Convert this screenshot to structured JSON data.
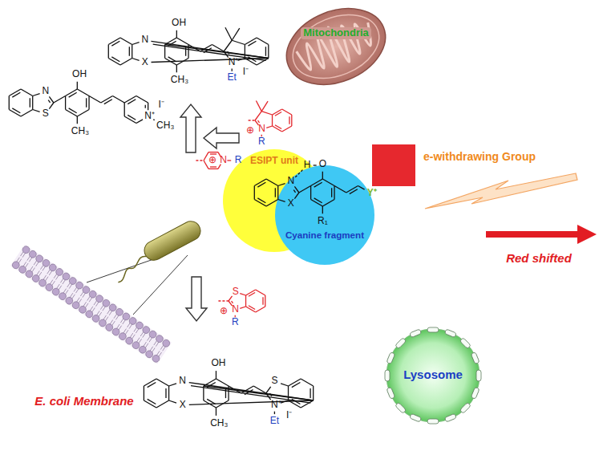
{
  "diagram": {
    "nodes": [
      {
        "text": [
          "Mitochondria"
        ]
      },
      {
        "text": [
          "ESIPT unit"
        ]
      },
      {
        "text": [
          "Cyanine fragment"
        ]
      },
      {
        "text": [
          "Lysosome"
        ]
      }
    ],
    "labels": [
      "N",
      "X",
      "OH",
      "CH₃",
      "N⁺",
      "I⁻",
      "Et",
      "N",
      "S",
      "OH",
      "N⁺",
      "CH₃",
      "I⁻",
      "CH₃",
      "N",
      "X",
      "H",
      "O",
      "Y⁺",
      "R₁",
      "N",
      "X",
      "OH",
      "S",
      "N⁺",
      "I⁻",
      "Et",
      "CH₃",
      "⊕",
      "N",
      "R",
      "⊕",
      "N",
      "R",
      "S",
      "⊕",
      "N",
      "R",
      "e-withdrawing Group",
      "Red shifted",
      "E. coli Membrane"
    ]
  }
}
